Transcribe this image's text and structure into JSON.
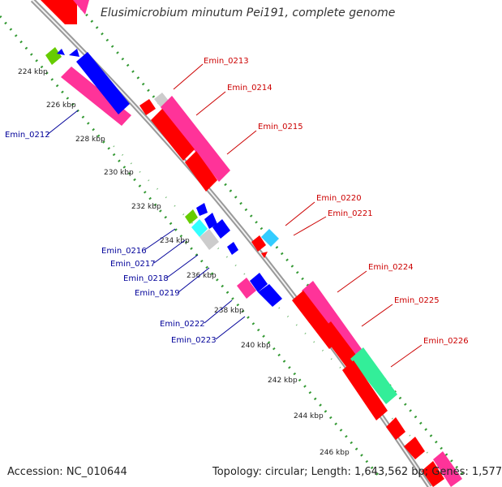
{
  "title": "Elusimicrobium minutum Pei191, complete genome",
  "footer": {
    "accession": "Accession: NC_010644",
    "topology": "Topology: circular; Length: 1,643,562 bp; Genes: 1,577"
  },
  "kbp_labels": [
    "224 kbp",
    "226 kbp",
    "228 kbp",
    "230 kbp",
    "232 kbp",
    "234 kbp",
    "236 kbp",
    "238 kbp",
    "240 kbp",
    "242 kbp",
    "244 kbp",
    "246 kbp"
  ],
  "forward_strand_genes": [
    "Emin_0213",
    "Emin_0214",
    "Emin_0215",
    "Emin_0220",
    "Emin_0221",
    "Emin_0224",
    "Emin_0225",
    "Emin_0226"
  ],
  "reverse_strand_genes": [
    "Emin_0212",
    "Emin_0216",
    "Emin_0217",
    "Emin_0218",
    "Emin_0219",
    "Emin_0222",
    "Emin_0223"
  ],
  "colors": {
    "forward_label": "#cc0000",
    "reverse_label": "#000099",
    "cds_red": "#ff0000",
    "cds_pink": "#ff3399",
    "cds_blue": "#0000ff",
    "cds_cyan": "#33ccff",
    "cds_green": "#33ee99",
    "cds_lime": "#66cc00",
    "cds_gray": "#cccccc",
    "backbone": "#999999",
    "gc_dots": "#339933"
  }
}
